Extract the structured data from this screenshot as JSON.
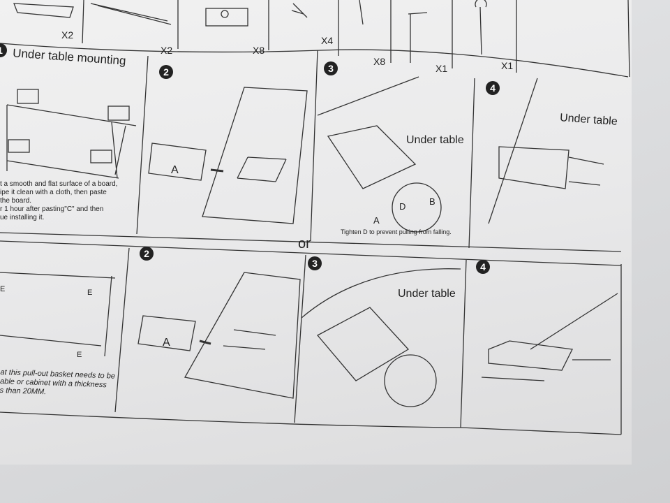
{
  "parts_strip": {
    "quantities": [
      "X2",
      "X2",
      "X8",
      "X4",
      "X8",
      "X1",
      "X1"
    ]
  },
  "section_under_table": {
    "step1": {
      "number": "1",
      "title": "Under table mounting",
      "text": [
        "t a smooth and flat surface of a board,",
        "ipe it clean with a cloth, then paste",
        " the board.",
        "r 1 hour after pasting\"C\" and then",
        "ue installing it."
      ]
    },
    "step2": {
      "number": "2",
      "label_a": "A"
    },
    "step3": {
      "number": "3",
      "title": "Under table",
      "label_d": "D",
      "label_b": "B",
      "label_a": "A",
      "caption": "Tighten D to prevent pulling from falling."
    },
    "step4": {
      "number": "4",
      "title": "Under table"
    }
  },
  "divider_text": "or",
  "section_screw": {
    "step1": {
      "label_e": [
        "E",
        "E",
        "E"
      ],
      "text": [
        "at this pull-out basket needs to be",
        "able or cabinet with a thickness",
        "s than 20MM."
      ]
    },
    "step2": {
      "number": "2",
      "label_a": "A"
    },
    "step3": {
      "number": "3",
      "title": "Under table"
    },
    "step4": {
      "number": "4"
    }
  }
}
